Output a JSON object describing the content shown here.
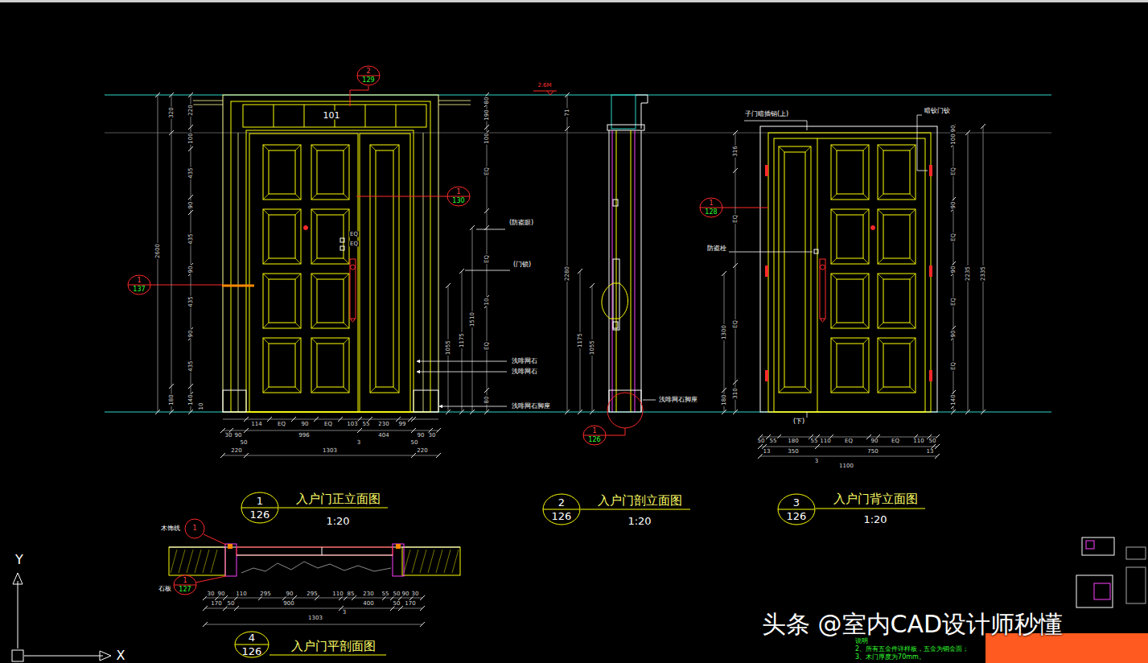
{
  "diagram": {
    "nodes": [
      {
        "text": [
          "2",
          "129"
        ]
      },
      {
        "text": [
          "1",
          "130"
        ]
      },
      {
        "text": [
          "1",
          "128"
        ]
      },
      {
        "text": [
          "1",
          "137"
        ]
      },
      {
        "text": [
          "1",
          "126"
        ]
      },
      {
        "text": [
          "1",
          "126"
        ]
      },
      {
        "text": [
          "2",
          "126"
        ]
      },
      {
        "text": [
          "3",
          "126"
        ]
      },
      {
        "text": [
          "1"
        ]
      },
      {
        "text": [
          "1",
          "127"
        ]
      },
      {
        "text": [
          "4",
          "126"
        ]
      }
    ],
    "labels": [
      "101",
      "320",
      "2600",
      "220",
      "100",
      "435",
      "90",
      "435",
      "90",
      "435",
      "90",
      "435",
      "180",
      "140",
      "10",
      "80",
      "190",
      "100",
      "EQ",
      "EQ",
      "10",
      "EQ",
      "80",
      "1055",
      "1175",
      "1510",
      "(防盗眼)",
      "(门锁)",
      "浅啡网石",
      "浅啡网石",
      "浅啡网石脚座",
      "EQ",
      "EQ",
      "2.6M",
      "114",
      "EQ",
      "90",
      "EQ",
      "103",
      "55",
      "230",
      "99",
      "30",
      "90",
      "996",
      "404",
      "90",
      "30",
      "50",
      "3",
      "50",
      "220",
      "1303",
      "220",
      "71",
      "2280",
      "1175",
      "1055",
      "浅啡网石脚座",
      "子门暗插销(上)",
      "暗铰门铰",
      "防盗栓",
      "316",
      "EQ",
      "1300",
      "EQ",
      "310",
      "180",
      "90",
      "100",
      "EQ",
      "90",
      "EQ",
      "90",
      "EQ",
      "90",
      "EQ",
      "140",
      "2235",
      "2335",
      "(下)",
      "50",
      "55",
      "180",
      "55",
      "110",
      "EQ",
      "90",
      "EQ",
      "110",
      "50",
      "13",
      "350",
      "750",
      "13",
      "3",
      "1100",
      "木饰线",
      "石板",
      "30",
      "90",
      "110",
      "295",
      "90",
      "295",
      "110",
      "85",
      "230",
      "55",
      "50",
      "90",
      "30",
      "170",
      "50",
      "900",
      "400",
      "50",
      "170",
      "3",
      "1303",
      "入户门正立面图",
      "1:20",
      "入户门剖立面图",
      "1:20",
      "入户门背立面图",
      "1:20",
      "入户门平剖面图",
      "Y",
      "X",
      "头条 @室内CAD设计师秒懂",
      "说明",
      "2、所有五金件详样板，五金为铜金面；",
      "3、木门厚度为70mm。"
    ]
  }
}
